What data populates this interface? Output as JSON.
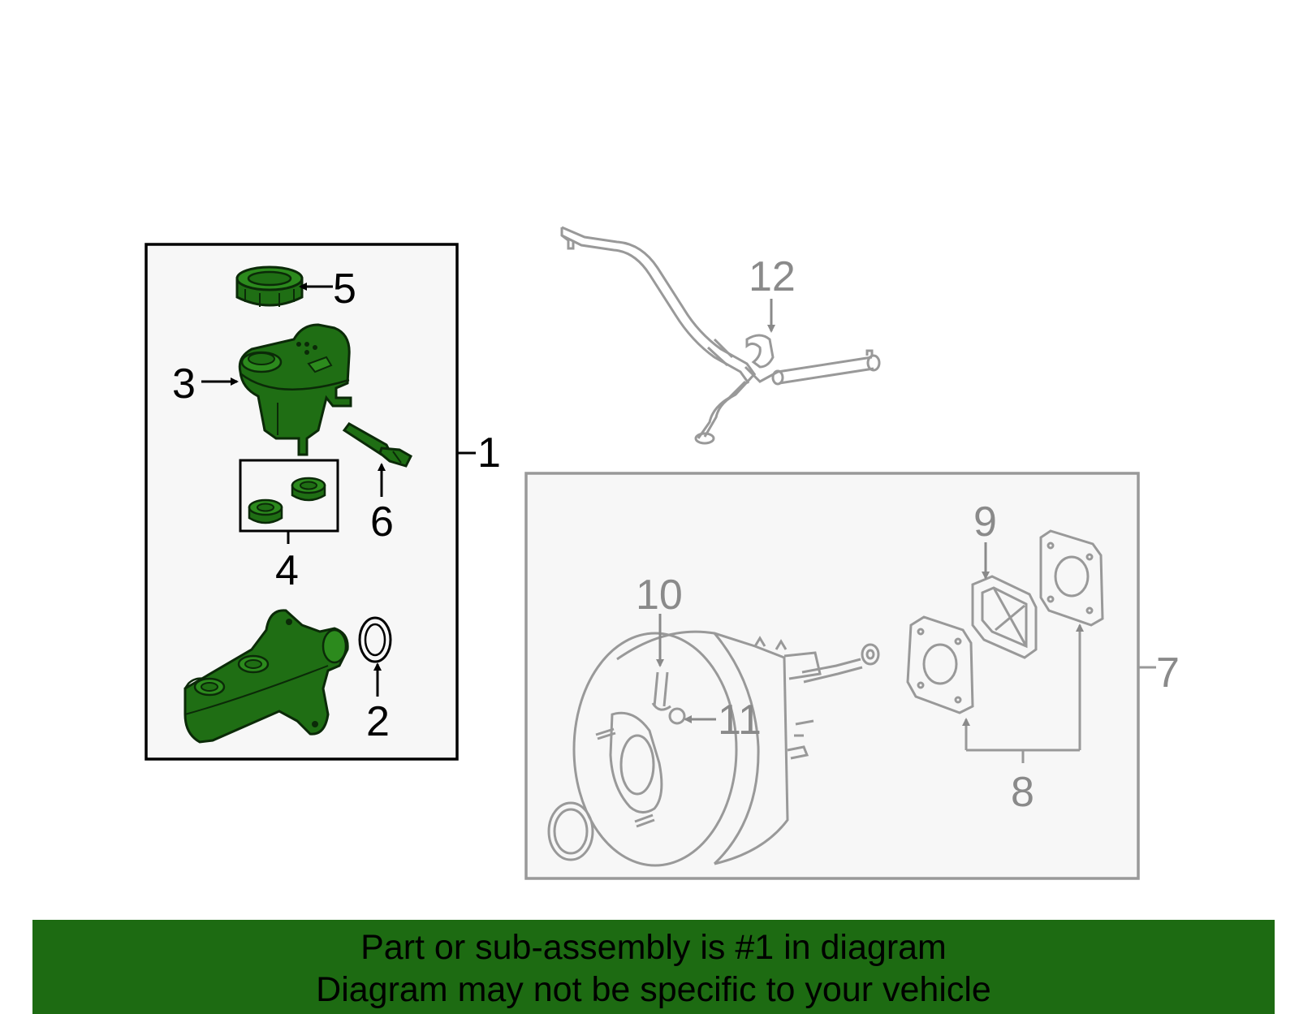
{
  "colors": {
    "highlight_part": "#1f6e14",
    "highlight_outline": "#0b2a08",
    "inactive_part": "#999999",
    "box_fill": "#f7f7f7",
    "banner_bg": "#1d6b12"
  },
  "labels": {
    "l1": "1",
    "l2": "2",
    "l3": "3",
    "l4": "4",
    "l5": "5",
    "l6": "6",
    "l7": "7",
    "l8": "8",
    "l9": "9",
    "l10": "10",
    "l11": "11",
    "l12": "12"
  },
  "banner": {
    "line1": "Part or sub-assembly is #1 in diagram",
    "line2": "Diagram may not be specific to your vehicle"
  }
}
